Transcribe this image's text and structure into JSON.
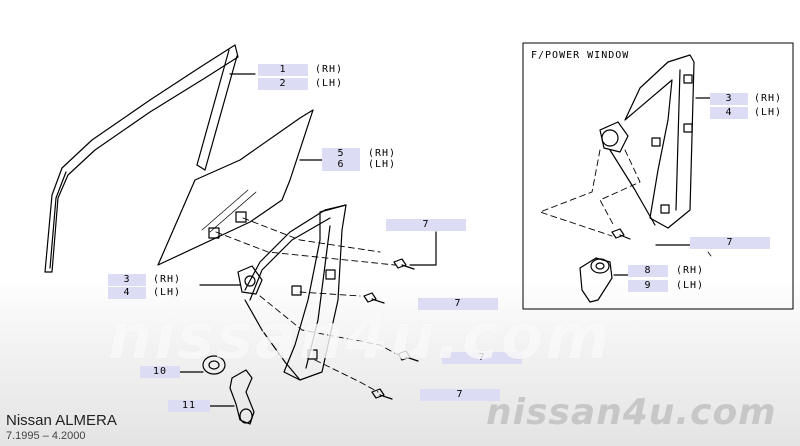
{
  "inset": {
    "title": "F/POWER WINDOW"
  },
  "callouts": {
    "c1": "1",
    "c2": "2",
    "c3": "3",
    "c4": "4",
    "c5": "5",
    "c6": "6",
    "c7a": "7",
    "c7b": "7",
    "c7c": "7",
    "c7d": "7",
    "c10": "10",
    "c11": "11",
    "i3": "3",
    "i4": "4",
    "i7": "7",
    "i8": "8",
    "i9": "9"
  },
  "sides": {
    "rh": "(RH)",
    "lh": "(LH)"
  },
  "watermark": "nissan4u.com",
  "brand": "nissan4u.com",
  "model": "Nissan ALMERA",
  "years": "7.1995 – 4.2000"
}
